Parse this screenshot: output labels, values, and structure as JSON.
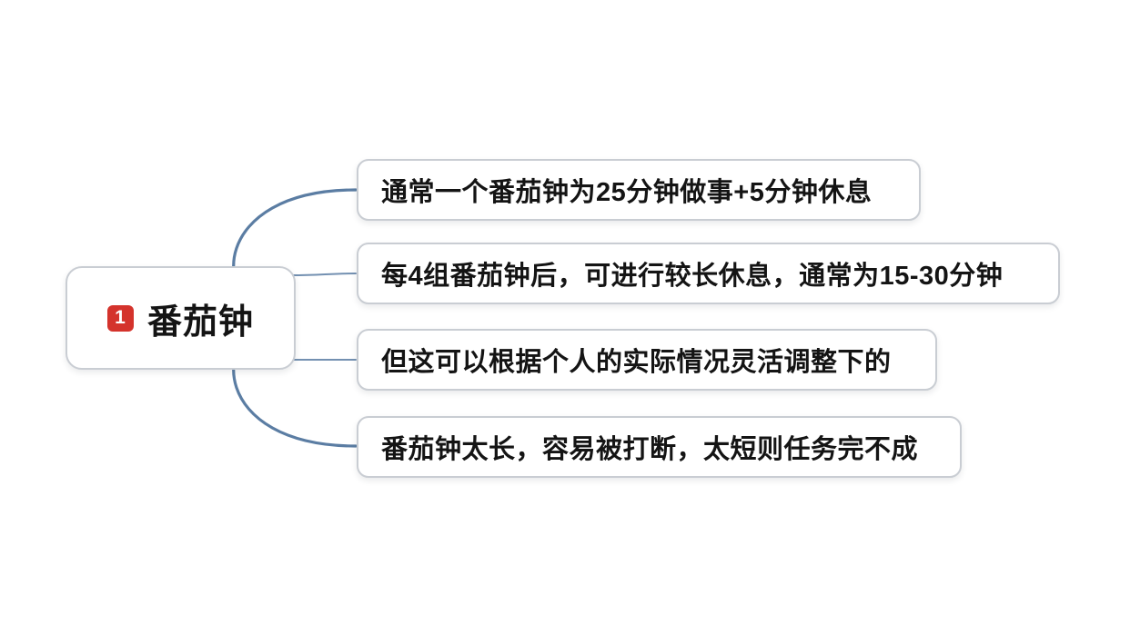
{
  "diagram": {
    "type": "mindmap",
    "root": {
      "label": "番茄钟",
      "badge": "1",
      "badge_icon": "priority-1-marker"
    },
    "branches": [
      {
        "label": "通常一个番茄钟为25分钟做事+5分钟休息"
      },
      {
        "label": "每4组番茄钟后，可进行较长休息，通常为15-30分钟"
      },
      {
        "label": "但这可以根据个人的实际情况灵活调整下的"
      },
      {
        "label": "番茄钟太长，容易被打断，太短则任务完不成"
      }
    ],
    "theme": {
      "connector_color": "#5b7da3",
      "node_border_color": "#c9cdd3",
      "node_fill": "#ffffff",
      "text_color": "#141414",
      "badge_color": "#d4332c",
      "badge_text_color": "#ffffff",
      "canvas_bg": "#ffffff"
    }
  }
}
